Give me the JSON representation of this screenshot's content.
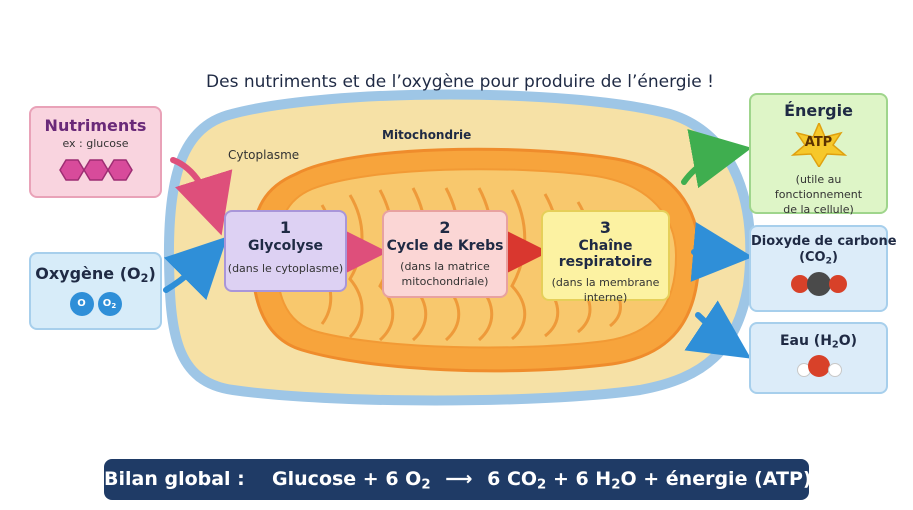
{
  "title": "Des nutriments et de l’oxygène pour produire de l’énergie !",
  "inputs": {
    "nutriments": {
      "title": "Nutriments",
      "subtitle": "ex : glucose"
    },
    "oxygene": {
      "title_prefix": "Oxygène (O",
      "title_sub": "2",
      "title_suffix": ")",
      "icon_label": "O",
      "icon_label_sub": "2"
    }
  },
  "cell": {
    "cytoplasm_label": "Cytoplasme",
    "mitochondria_label": "Mitochondrie"
  },
  "steps": [
    {
      "number": "1",
      "name": "Glycolyse",
      "location_line1": "(dans le cytoplasme)",
      "location_line2": ""
    },
    {
      "number": "2",
      "name": "Cycle de Krebs",
      "location_line1": "(dans la matrice",
      "location_line2": "mitochondriale)"
    },
    {
      "number": "3",
      "name": "Chaîne respiratoire",
      "location_line1": "(dans la membrane",
      "location_line2": "interne)"
    }
  ],
  "outputs": {
    "energie": {
      "title": "Énergie",
      "badge": "ATP",
      "note_line1": "(utile au fonctionnement",
      "note_line2": "de la cellule)"
    },
    "co2": {
      "title": "Dioxyde de carbone",
      "formula_prefix": "(CO",
      "formula_sub": "2",
      "formula_suffix": ")"
    },
    "eau": {
      "title_prefix": "Eau (H",
      "title_sub": "2",
      "title_suffix": "O)"
    }
  },
  "bilan": {
    "label": "Bilan global :",
    "part1": "Glucose + 6 O",
    "sub1": "2",
    "arrow": "⟶",
    "part2": "6 CO",
    "sub2": "2",
    "part3": "+ 6 H",
    "sub3": "2",
    "part4": "O + énergie (ATP)"
  },
  "colors": {
    "nutriments_bg": "#f9d4df",
    "oxygene_bg": "#d7ecf9",
    "step1_bg": "#ddd1f3",
    "step2_bg": "#fbd6d5",
    "step3_bg": "#fcf2a2",
    "energie_bg": "#def5c7",
    "co2_bg": "#dcecf9",
    "eau_bg": "#dcecf9",
    "arrow_blue": "#2f8fd8",
    "arrow_green": "#3fae4f",
    "arrow_pink": "#de4f7b",
    "arrow_red": "#d9372f",
    "bilan_bg": "#1f3b66"
  }
}
